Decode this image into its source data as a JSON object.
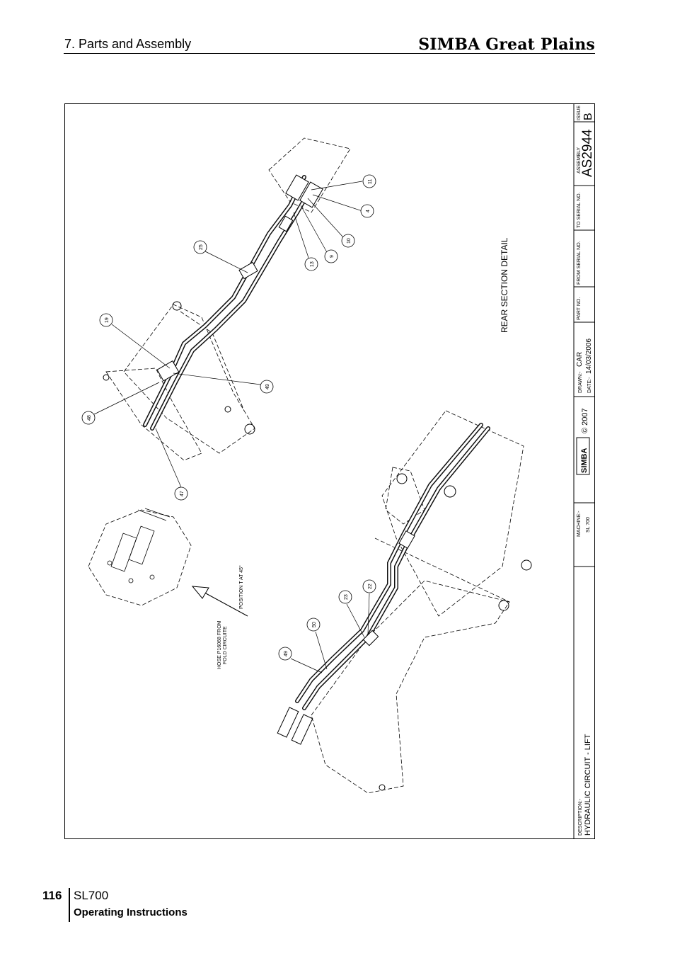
{
  "header": {
    "section": "7. Parts and Assembly",
    "brand": "SIMBA Great Plains"
  },
  "drawing": {
    "view_title": "REAR SECTION DETAIL",
    "note_position": "POSITION T AT 45°",
    "note_hose_1": "HOSE P16068 FROM",
    "note_hose_2": "FOLD CIRCUITE",
    "balloons": [
      "11",
      "4",
      "10",
      "9",
      "13",
      "25",
      "19",
      "49",
      "48",
      "47",
      "22",
      "23",
      "50",
      "49"
    ],
    "title_block": {
      "issue_label": "ISSUE",
      "issue_value": "B",
      "assembly_label": "ASSEMBLY",
      "assembly_value": "AS2944",
      "to_serial_label": "TO SERIAL NO.",
      "from_serial_label": "FROM SERIAL NO.",
      "part_no_label": "PART NO.",
      "drawn_label": "DRAWN:-",
      "drawn_value": "CAR",
      "date_label": "DATE:-",
      "date_value": "14/03/2006",
      "logo_text": "SIMBA",
      "copyright": "© 2007",
      "machine_label": "MACHINE:-",
      "machine_value": "SL 700",
      "description_label": "DESCRIPTION:-",
      "description_value": "HYDRAULIC CIRCUIT - LIFT"
    }
  },
  "footer": {
    "page_number": "116",
    "model": "SL700",
    "subtitle": "Operating Instructions"
  }
}
